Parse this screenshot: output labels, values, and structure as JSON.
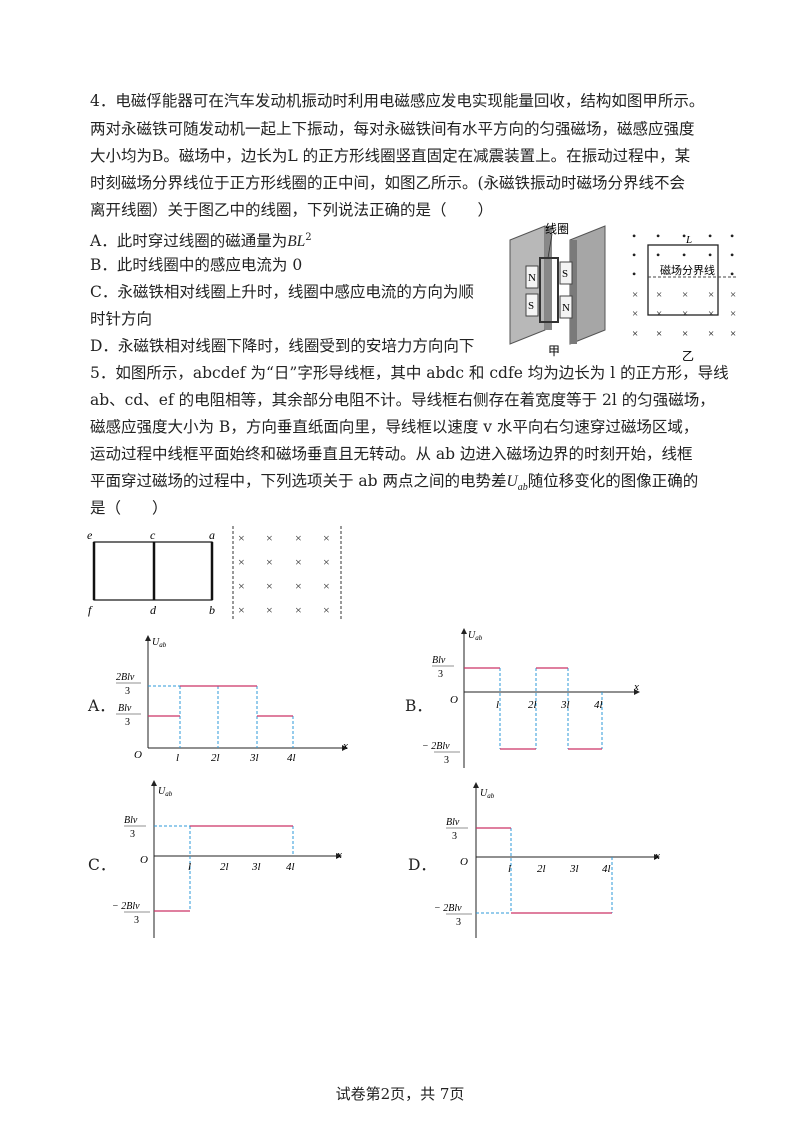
{
  "q4": {
    "lines": [
      "4．电磁俘能器可在汽车发动机振动时利用电磁感应发电实现能量回收，结构如图甲所示。",
      "两对永磁铁可随发动机一起上下振动，每对永磁铁间有水平方向的匀强磁场，磁感应强度",
      "大小均为B。磁场中，边长为L 的正方形线圈竖直固定在减震装置上。在振动过程中，某",
      "时刻磁场分界线位于正方形线圈的正中间，如图乙所示。(永磁铁振动时磁场分界线不会",
      "离开线圈）关于图乙中的线圈，下列说法正确的是（　　）"
    ],
    "options": [
      {
        "text": "A．此时穿过线圈的磁通量为",
        "math": "BL",
        "sup": "2"
      },
      {
        "text": "B．此时线圈中的感应电流为 0"
      },
      {
        "text": "C．永磁铁相对线圈上升时，线圈中感应电流的方向为顺"
      },
      {
        "text": "时针方向"
      },
      {
        "text": "D．永磁铁相对线圈下降时，线圈受到的安培力方向向下"
      }
    ],
    "fig_jia": {
      "coil_label": "线圈",
      "n": "N",
      "s": "S",
      "caption": "甲"
    },
    "fig_yi": {
      "side_label": "L",
      "boundary_label": "磁场分界线",
      "caption": "乙",
      "cross": "×",
      "dot": "•"
    }
  },
  "q5": {
    "lines": [
      "5．如图所示，abcdef 为“日”字形导线框，其中 abdc 和 cdfe 均为边长为 l 的正方形，导线",
      "ab、cd、ef 的电阻相等，其余部分电阻不计。导线框右侧存在着宽度等于 2l 的匀强磁场，",
      "磁感应强度大小为 B，方向垂直纸面向里，导线框以速度 v 水平向右匀速穿过磁场区域，",
      "运动过程中线框平面始终和磁场垂直且无转动。从 ab 边进入磁场边界的时刻开始，线框",
      "平面穿过磁场的过程中，下列选项关于 ab 两点之间的电势差",
      "随位移变化的图像正确的",
      "是（　　）"
    ],
    "u_symbol": "U",
    "u_sub": "ab",
    "frame_labels": {
      "a": "a",
      "b": "b",
      "c": "c",
      "d": "d",
      "e": "e",
      "f": "f"
    },
    "graphs": [
      {
        "label": "A．",
        "y_top": "2Blv",
        "y_top_den": "3",
        "y_mid": "Blv",
        "y_mid_den": "3",
        "origin": "O",
        "xs": [
          "l",
          "2l",
          "3l",
          "4l"
        ],
        "axis_x": "x",
        "axis_y": "Uab"
      },
      {
        "label": "B．",
        "y_top": "Blv",
        "y_top_den": "3",
        "y_bot": "− 2Blv",
        "y_bot_den": "3",
        "origin": "O",
        "xs": [
          "l",
          "2l",
          "3l",
          "4l"
        ],
        "axis_x": "x",
        "axis_y": "Uab"
      },
      {
        "label": "C．",
        "y_top": "Blv",
        "y_top_den": "3",
        "y_bot": "− 2Blv",
        "y_bot_den": "3",
        "origin": "O",
        "xs": [
          "l",
          "2l",
          "3l",
          "4l"
        ],
        "axis_x": "x",
        "axis_y": "Uab"
      },
      {
        "label": "D．",
        "y_top": "Blv",
        "y_top_den": "3",
        "y_bot": "− 2Blv",
        "y_bot_den": "3",
        "origin": "O",
        "xs": [
          "l",
          "2l",
          "3l",
          "4l"
        ],
        "axis_x": "x",
        "axis_y": "Uab"
      }
    ]
  },
  "footer": "试卷第2页，共 7页"
}
